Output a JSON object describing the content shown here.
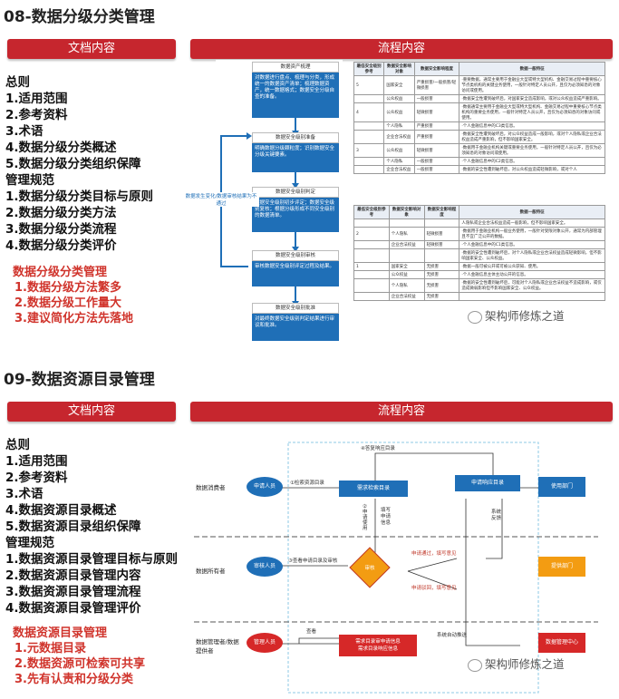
{
  "sec1": {
    "title": "08-数据分级分类管理",
    "doc_bar": "文档内容",
    "flow_bar": "流程内容",
    "list": [
      "总则",
      "1.适用范围",
      "2.参考资料",
      "3.术语",
      "4.数据分级分类概述",
      "5.数据分级分类组织保障",
      "管理规范",
      "1.数据分级分类目标与原则",
      "2.数据分级分类方法",
      "3.数据分级分类流程",
      "4.数据分级分类评价"
    ],
    "highlight_title": "数据分级分类管理",
    "highlights": [
      "1.数据分级方法繁多",
      "2.数据分级工作量大",
      "3.建议简化方法先落地"
    ],
    "flow": {
      "steps": [
        {
          "head": "数据资产梳理",
          "body": "对数据进行盘点、梳理与分类，形成统一的数据资产清单；梳理数据资产，统一数据格式；数据安全分级自查的准备。"
        },
        {
          "head": "数据安全级别准备",
          "body": "明确数据分级颗粒度；识别数据安全分级关键要素。"
        },
        {
          "head": "数据安全级别判定",
          "body": "数据安全级别初步评定；数据安全级别复核；根据分级形成不同安全级别的数据清单。"
        },
        {
          "head": "数据安全级别审核",
          "body": "审核数据安全级别评定过程及结果。"
        },
        {
          "head": "数据安全级别批准",
          "body": "对最终数据安全级别判定结果进行审议和批准。"
        }
      ],
      "loop_label": "数据发生变化/数据审核结果为不通过"
    },
    "table1": {
      "headers": [
        "最低安全级别参考",
        "数据安全影响对象",
        "数据安全影响程度",
        "数据一般特征"
      ],
      "rows": [
        [
          "5",
          "国家安全",
          "严重损害/一般损害/轻微损害",
          "·重要数据，通常主要用于金融业大型或特大型机构、金融交易过程中重要核心节点类机构的关键业务使用，一般针对特定人员公开，且仅为必须知悉的对象访问或使用。"
        ],
        [
          "",
          "公众权益",
          "一般损害",
          "·数据安全性遭到破坏后，对国家安全造成影响，或对公众权益造成严重影响。"
        ],
        [
          "4",
          "公众权益",
          "轻微损害",
          "·数据通常主要用于金融业大型或特大型机构、金融交易过程中重要核心节点类机构的重要业务使用，一般针对特定人员公开，且仅为必须知悉的对象访问或使用。"
        ],
        [
          "",
          "个人隐私",
          "严重损害",
          "·个人金融信息中的C3类信息。"
        ],
        [
          "",
          "企业合法权益",
          "严重损害",
          "·数据安全性遭到破坏后，对公众权益造成一般影响，或对个人隐私或企业合法权益造成严重影响，但不影响国家安全。"
        ],
        [
          "3",
          "公众权益",
          "轻微损害",
          "·数据用于金融业机构关键或重要业务使用，一般针对特定人员公开，且仅为必须知悉的对象访问或使用。"
        ],
        [
          "",
          "个人隐私",
          "一般损害",
          "·个人金融信息中的C2类信息。"
        ],
        [
          "",
          "企业合法权益",
          "一般损害",
          "·数据的安全性遭到破坏后，对公众权益造成轻微影响，或对个人"
        ]
      ]
    },
    "table2": {
      "headers": [
        "最低安全级别参考",
        "数据安全影响对象",
        "数据安全影响程度",
        "数据一般特征"
      ],
      "rows": [
        [
          "",
          "",
          "",
          "人隐私或企业合法权益造成一般影响，但不影响国家安全。"
        ],
        [
          "2",
          "个人隐私",
          "轻微损害",
          "·数据用于金融业机构一般业务使用，一般针对受限对象公开，通常为内部管理且不宜广泛公开的数据。"
        ],
        [
          "",
          "企业合法权益",
          "轻微损害",
          "·个人金融信息中的C1类信息。"
        ],
        [
          "",
          "",
          "",
          "·数据的安全性遭到破坏后，对个人隐私或企业合法权益造成轻微影响，但不影响国家安全、公众权益。"
        ],
        [
          "1",
          "国家安全",
          "无损害",
          "·数据一般可被公开或可被公众获知、使用。"
        ],
        [
          "",
          "公众权益",
          "无损害",
          "·个人金融信息主体主动公开的信息。"
        ],
        [
          "",
          "个人隐私",
          "无损害",
          "·数据的安全性遭到破坏后，可能对个人隐私或企业合法权益不造成影响，或仅造成微弱影响但不影响国家安全、公众权益。"
        ],
        [
          "",
          "企业合法权益",
          "无损害",
          ""
        ]
      ]
    },
    "watermark": "架构师修炼之道"
  },
  "sec2": {
    "title": "09-数据资源目录管理",
    "doc_bar": "文档内容",
    "flow_bar": "流程内容",
    "list": [
      "总则",
      "1.适用范围",
      "2.参考资料",
      "3.术语",
      "4.数据资源目录概述",
      "5.数据资源目录组织保障",
      "管理规范",
      "1.数据资源目录管理目标与原则",
      "2.数据资源目录管理内容",
      "3.数据资源目录管理流程",
      "4.数据资源目录管理评价"
    ],
    "highlight_title": "数据资源目录管理",
    "highlights": [
      "1.元数据目录",
      "2.数据资源可检索可共享",
      "3.先有认责和分级分类"
    ],
    "flow": {
      "lanes": [
        "数据消费者",
        "数据所有者",
        "数据管理者/数据提供者"
      ],
      "top_label": "④答复响应目录",
      "nodes": {
        "consumer": "申请人员",
        "need": "需求检索目录",
        "confirm": "申请响应目录",
        "use_dept": "使用部门",
        "approver": "审核人员",
        "review": "审核",
        "owner_dept": "提供部门",
        "manager": "管理人员",
        "publish": "需求目录审申请信息\n需求目录响应信息",
        "mgmt_dept": "数据管理中心"
      },
      "labels": {
        "l1": "①检索资源目录",
        "l2": "②\n申\n请\n使\n用",
        "l3": "填写\n申请\n信息",
        "l4": "系统\n反馈",
        "l5": "③查看申请目录及审核",
        "l6": "申请通过，填写意见",
        "l7": "申请驳回，填写意见",
        "l8": "查看",
        "l9": "系统自动推送"
      }
    },
    "watermark": "架构师修炼之道"
  }
}
